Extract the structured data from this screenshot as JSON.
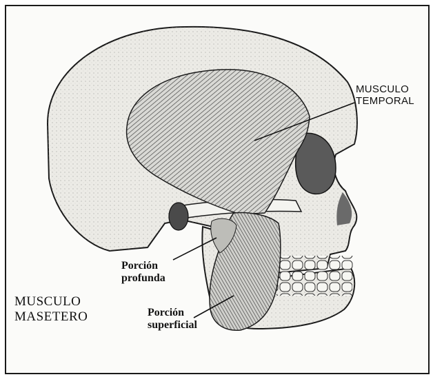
{
  "labels": {
    "temporal": {
      "line1": "MUSCULO",
      "line2": "TEMPORAL"
    },
    "profunda": {
      "line1": "Porción",
      "line2": "profunda"
    },
    "masetero": {
      "line1": "MUSCULO",
      "line2": "MASETERO"
    },
    "superficial": {
      "line1": "Porción",
      "line2": "superficial"
    }
  },
  "colors": {
    "bone": "#ecebe6",
    "ink": "#1a1a1a",
    "muscle_dark": "#3a3a3a"
  }
}
